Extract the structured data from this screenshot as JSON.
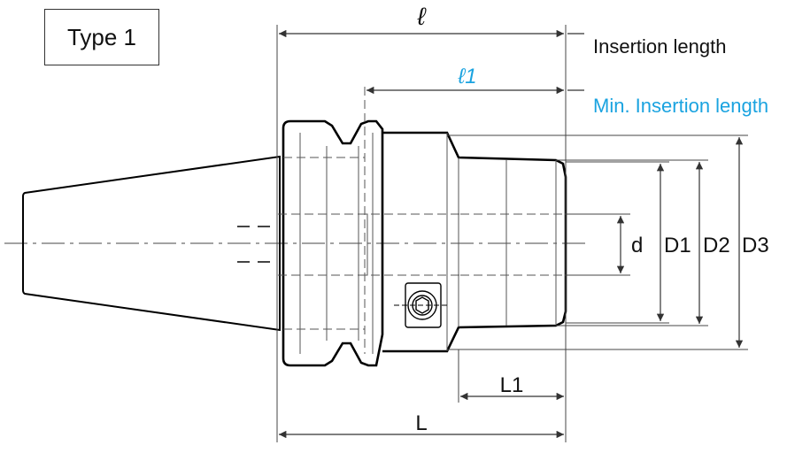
{
  "type_label": "Type 1",
  "labels": {
    "l": "ℓ",
    "l1": "ℓ1",
    "insertion_length": "Insertion length",
    "min_insertion_length": "Min. Insertion length",
    "d": "d",
    "D1": "D1",
    "D2": "D2",
    "D3": "D3",
    "L1": "L1",
    "L": "L"
  },
  "colors": {
    "outline": "#000000",
    "dimension": "#333333",
    "accent_blue": "#1aa3e0"
  }
}
